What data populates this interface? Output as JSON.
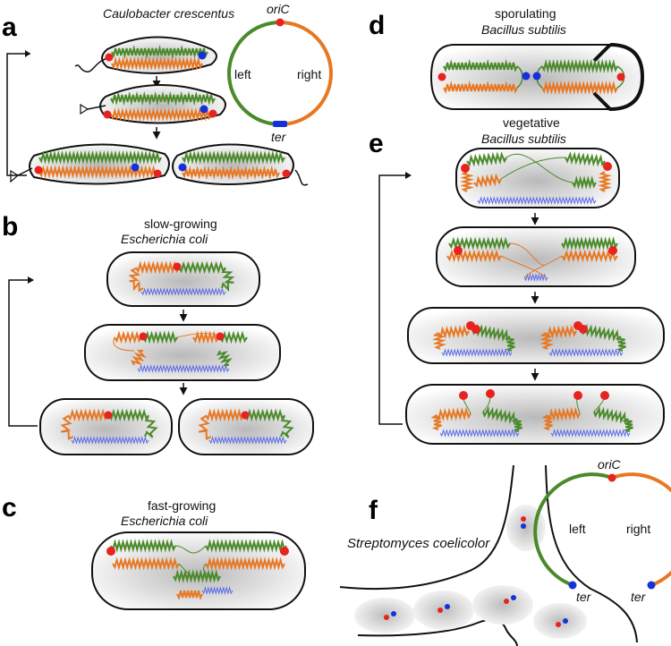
{
  "panels": {
    "a": {
      "letter": "a",
      "organism": "Caulobacter crescentus",
      "ring": {
        "origin": "oriC",
        "terminus": "ter",
        "left_arm": "left",
        "right_arm": "right"
      }
    },
    "b": {
      "letter": "b",
      "line1": "slow-growing",
      "line2": "Escherichia coli"
    },
    "c": {
      "letter": "c",
      "line1": "fast-growing",
      "line2": "Escherichia coli"
    },
    "d": {
      "letter": "d",
      "line1": "sporulating",
      "line2": "Bacillus subtilis"
    },
    "e": {
      "letter": "e",
      "line1": "vegetative",
      "line2": "Bacillus subtilis"
    },
    "f": {
      "letter": "f",
      "organism": "Streptomyces coelicolor",
      "ring": {
        "origin": "oriC",
        "terminus_left": "ter",
        "terminus_right": "ter",
        "left_arm": "left",
        "right_arm": "right"
      }
    }
  },
  "colors": {
    "left_arm": "#4a8a2a",
    "right_arm": "#e87722",
    "origin": "#e8221e",
    "terminus": "#1432d8",
    "terminus_region": "#5a6ae8",
    "cell_outline": "#111111"
  }
}
